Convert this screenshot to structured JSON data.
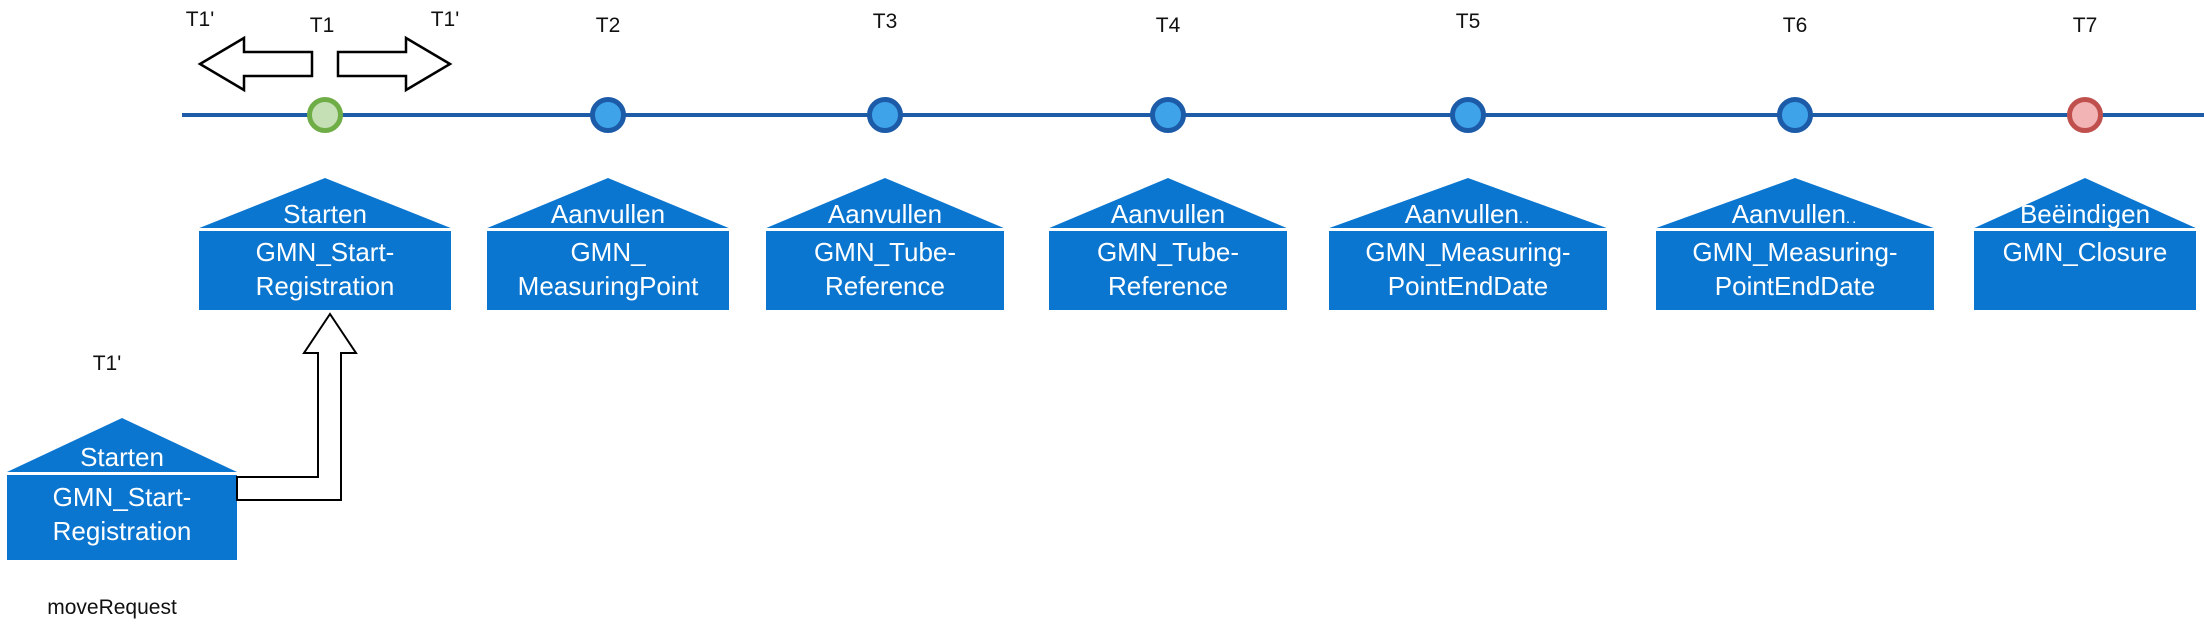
{
  "diagram": {
    "type": "timeline"
  },
  "colors": {
    "timeline_line": "#1f5ca8",
    "house_fill": "#0b76d0",
    "house_text": "#ffffff",
    "circle_default_fill": "#3fa3ea",
    "circle_default_border": "#1c5ba8",
    "circle_start_fill": "#c5e0b4",
    "circle_start_border": "#6fad47",
    "circle_end_fill": "#f2b4b4",
    "circle_end_border": "#c0504d"
  },
  "top_labels": {
    "move_left": "T1'",
    "move_right": "T1'"
  },
  "ticks": [
    {
      "label": "T1"
    },
    {
      "label": "T2"
    },
    {
      "label": "T3"
    },
    {
      "label": "T4"
    },
    {
      "label": "T5"
    },
    {
      "label": "T6"
    },
    {
      "label": "T7"
    }
  ],
  "events": [
    {
      "action": "Starten",
      "name_line1": "GMN_Start-",
      "name_line2": "Registration"
    },
    {
      "action": "Aanvullen",
      "name_line1": "GMN_",
      "name_line2": "MeasuringPoint"
    },
    {
      "action": "Aanvullen",
      "name_line1": "GMN_Tube-",
      "name_line2": "Reference"
    },
    {
      "action": "Aanvullen",
      "name_line1": "GMN_Tube-",
      "name_line2": "Reference"
    },
    {
      "action": "Aanvullen",
      "action_suffix": "..",
      "name_line1": "GMN_Measuring-",
      "name_line2": "PointEndDate"
    },
    {
      "action": "Aanvullen",
      "action_suffix": "..",
      "name_line1": "GMN_Measuring-",
      "name_line2": "PointEndDate"
    },
    {
      "action": "Beëindigen",
      "name_line1": "GMN_Closure",
      "name_line2": ""
    }
  ],
  "move_request": {
    "tick_label": "T1'",
    "action": "Starten",
    "name_line1": "GMN_Start-",
    "name_line2": "Registration",
    "caption": "moveRequest"
  }
}
